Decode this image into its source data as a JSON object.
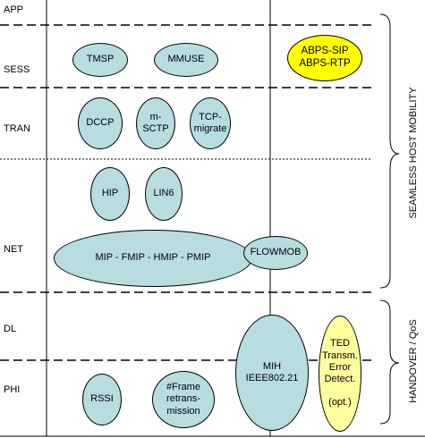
{
  "layers": {
    "app": "APP",
    "sess": "SESS",
    "tran": "TRAN",
    "net": "NET",
    "dl": "DL",
    "phi": "PHI"
  },
  "nodes": {
    "tmsp": "TMSP",
    "mmuse": "MMUSE",
    "abps": "ABPS-SIP\nABPS-RTP",
    "dccp": "DCCP",
    "msctp": "m-\nSCTP",
    "tcp_migrate": "TCP-\nmigrate",
    "hip": "HIP",
    "lin6": "LIN6",
    "mip": "MIP  -  FMIP  -  HMIP  -  PMIP",
    "flowmob": "FLOWMOB",
    "mih": "MIH\nIEEE802.21",
    "ted": "TED\nTransm.\nError\nDetect.\n\n(opt.)",
    "rssi": "RSSI",
    "frame": "#Frame\nretrans-\nmission"
  },
  "brackets": {
    "upper": "SEAMLESS HOST MOBILITY",
    "lower": "HANDOVER  /  QoS"
  }
}
